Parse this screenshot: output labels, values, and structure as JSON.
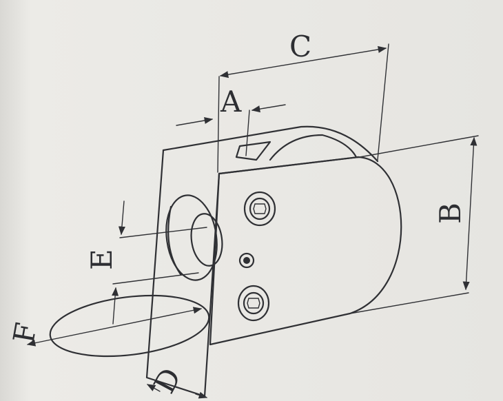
{
  "diagram": {
    "labels": {
      "A": "A",
      "B": "B",
      "C": "C",
      "D": "D",
      "E": "E",
      "F": "F"
    },
    "colors": {
      "paper": "#e9e8e4",
      "ink": "#2f3034"
    },
    "icons": [
      "hex-socket-screw-icon",
      "hex-socket-screw-icon",
      "grub-screw-icon"
    ]
  }
}
